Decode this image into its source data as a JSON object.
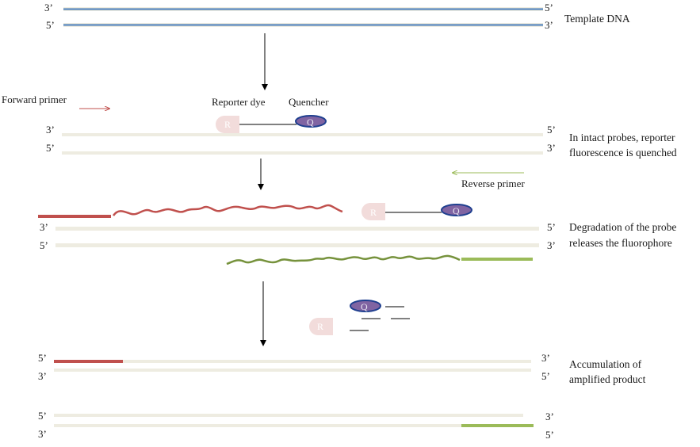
{
  "captions": {
    "template": "Template DNA",
    "intact_line1": "In intact probes, reporter",
    "intact_line2": "fluorescence is quenched",
    "degradation_line1": "Degradation of the probe",
    "degradation_line2": "releases the fluorophore",
    "accumulation_line1": "Accumulation of",
    "accumulation_line2": "amplified product"
  },
  "labels": {
    "forward_primer": "Forward primer",
    "reverse_primer": "Reverse primer",
    "reporter_dye": "Reporter dye",
    "quencher": "Quencher"
  },
  "ends": {
    "three_prime": "3’",
    "five_prime": "5’"
  },
  "markers": {
    "reporter": "R",
    "quencher": "Q"
  },
  "colors": {
    "template_strand": "#4a7ebb",
    "strand_fill": "#eeece1",
    "forward_primer": "#c0504d",
    "reverse_primer": "#9bbb59",
    "reporter": "#f2dcdb",
    "quencher_fill": "#8064a2",
    "quencher_edge": "#1f3f8f"
  }
}
